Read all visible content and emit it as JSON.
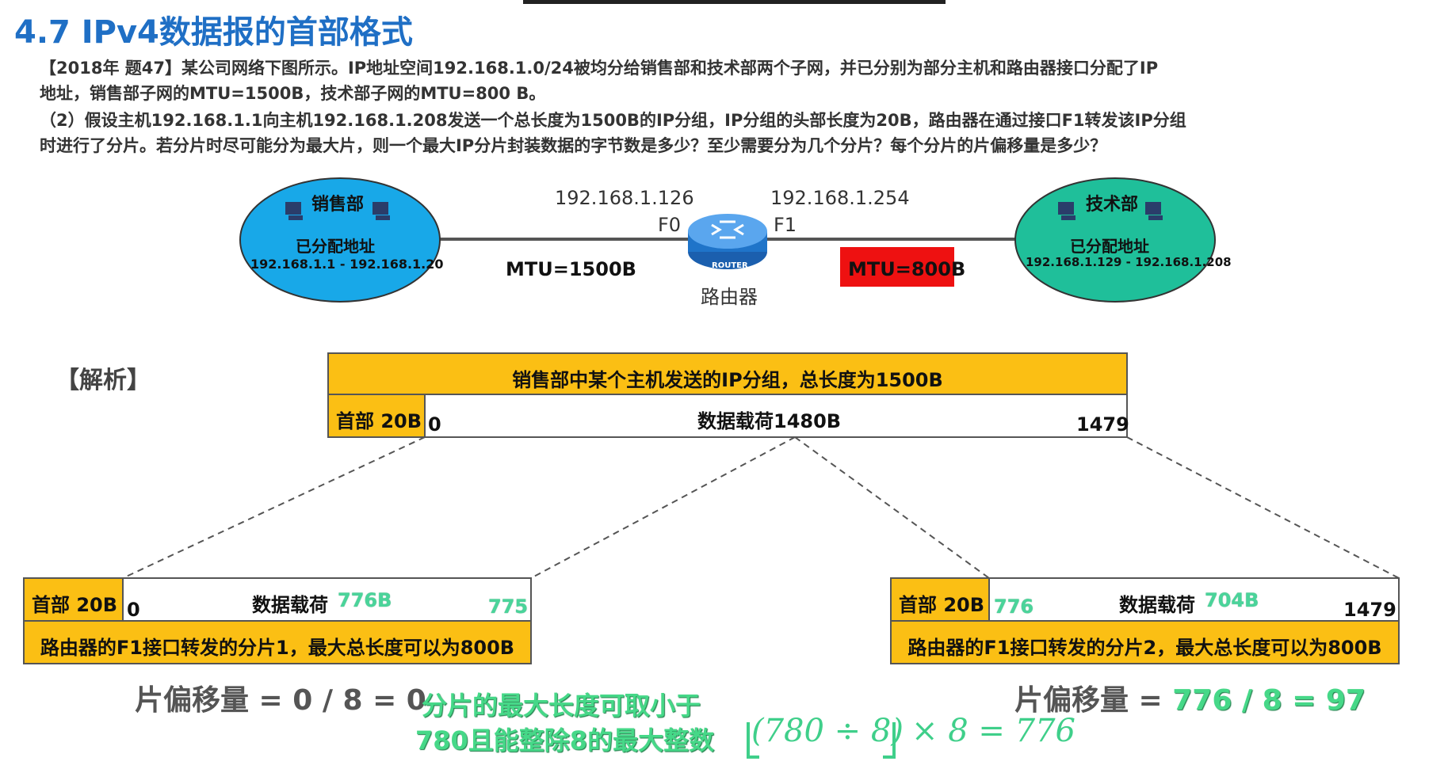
{
  "title": "4.7 IPv4数据报的首部格式",
  "question": {
    "line1": "【2018年 题47】某公司网络下图所示。IP地址空间192.168.1.0/24被均分给销售部和技术部两个子网，并已分别为部分主机和路由器接口分配了IP",
    "line2": "地址，销售部子网的MTU=1500B，技术部子网的MTU=800 B。",
    "line3": "（2）假设主机192.168.1.1向主机192.168.1.208发送一个总长度为1500B的IP分组，IP分组的头部长度为20B，路由器在通过接口F1转发该IP分组",
    "line4": "时进行了分片。若分片时尽可能分为最大片，则一个最大IP分片封装数据的字节数是多少？至少需要分为几个分片？每个分片的片偏移量是多少？"
  },
  "network": {
    "left": {
      "name": "销售部",
      "assigned": "已分配地址",
      "range": "192.168.1.1 - 192.168.1.20"
    },
    "right": {
      "name": "技术部",
      "assigned": "已分配地址",
      "range": "192.168.1.129 - 192.168.1.208"
    },
    "router": {
      "label": "路由器",
      "icon_text": "ROUTER",
      "f0_ip": "192.168.1.126",
      "f1_ip": "192.168.1.254",
      "f0": "F0",
      "f1": "F1"
    },
    "mtu_left": "MTU=1500B",
    "mtu_right": "MTU=800B",
    "colors": {
      "left_ellipse": "#18a8e8",
      "right_ellipse": "#1fbf9a",
      "mtu_highlight": "#ee1111"
    }
  },
  "analysis": {
    "label": "【解析】",
    "packet": {
      "header_title": "销售部中某个主机发送的IP分组，总长度为1500B",
      "header": "首部 20B",
      "payload": "数据载荷1480B",
      "start": "0",
      "end": "1479"
    },
    "frag1": {
      "header": "首部 20B",
      "payload_label": "数据载荷",
      "payload_size": "776B",
      "start": "0",
      "end": "775",
      "caption": "路由器的F1接口转发的分片1，最大总长度可以为800B",
      "offset_label": "片偏移量 = ",
      "offset_calc": "0 / 8 = 0"
    },
    "frag2": {
      "header": "首部 20B",
      "payload_label": "数据载荷",
      "payload_size": "704B",
      "start": "776",
      "end": "1479",
      "caption": "路由器的F1接口转发的分片2，最大总长度可以为800B",
      "offset_label": "片偏移量 = ",
      "offset_calc": "776 / 8 = 97"
    },
    "note_line1": "分片的最大长度可取小于",
    "note_line2": "780且能整除8的最大整数",
    "formula": "(780 ÷ 8)",
    "formula_tail": "× 8 = 776"
  }
}
